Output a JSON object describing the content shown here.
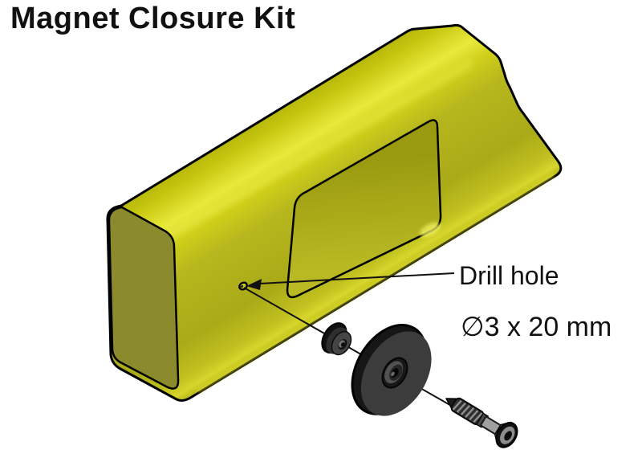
{
  "title": "Magnet Closure Kit",
  "diagram": {
    "labels": {
      "drill_hole": "Drill hole",
      "drill_size": "∅3 x 20 mm"
    },
    "parts": [
      "closure-bracket",
      "recessed-pocket",
      "drill-hole",
      "small-washer",
      "magnet-disc",
      "countersunk-screw"
    ],
    "callout": {
      "target": "drill-hole",
      "arrow_direction": "left"
    }
  },
  "colors": {
    "background": "#ffffff",
    "text": "#111111",
    "outline": "#000000",
    "bracket_top": "#c6c60f",
    "bracket_highlight": "#e9e93c",
    "bracket_front": "#b0b01e",
    "bracket_end_cap": "#8b8b2e",
    "hardware_dark": "#3c3c3c",
    "hardware_light": "#a0a0a0"
  }
}
